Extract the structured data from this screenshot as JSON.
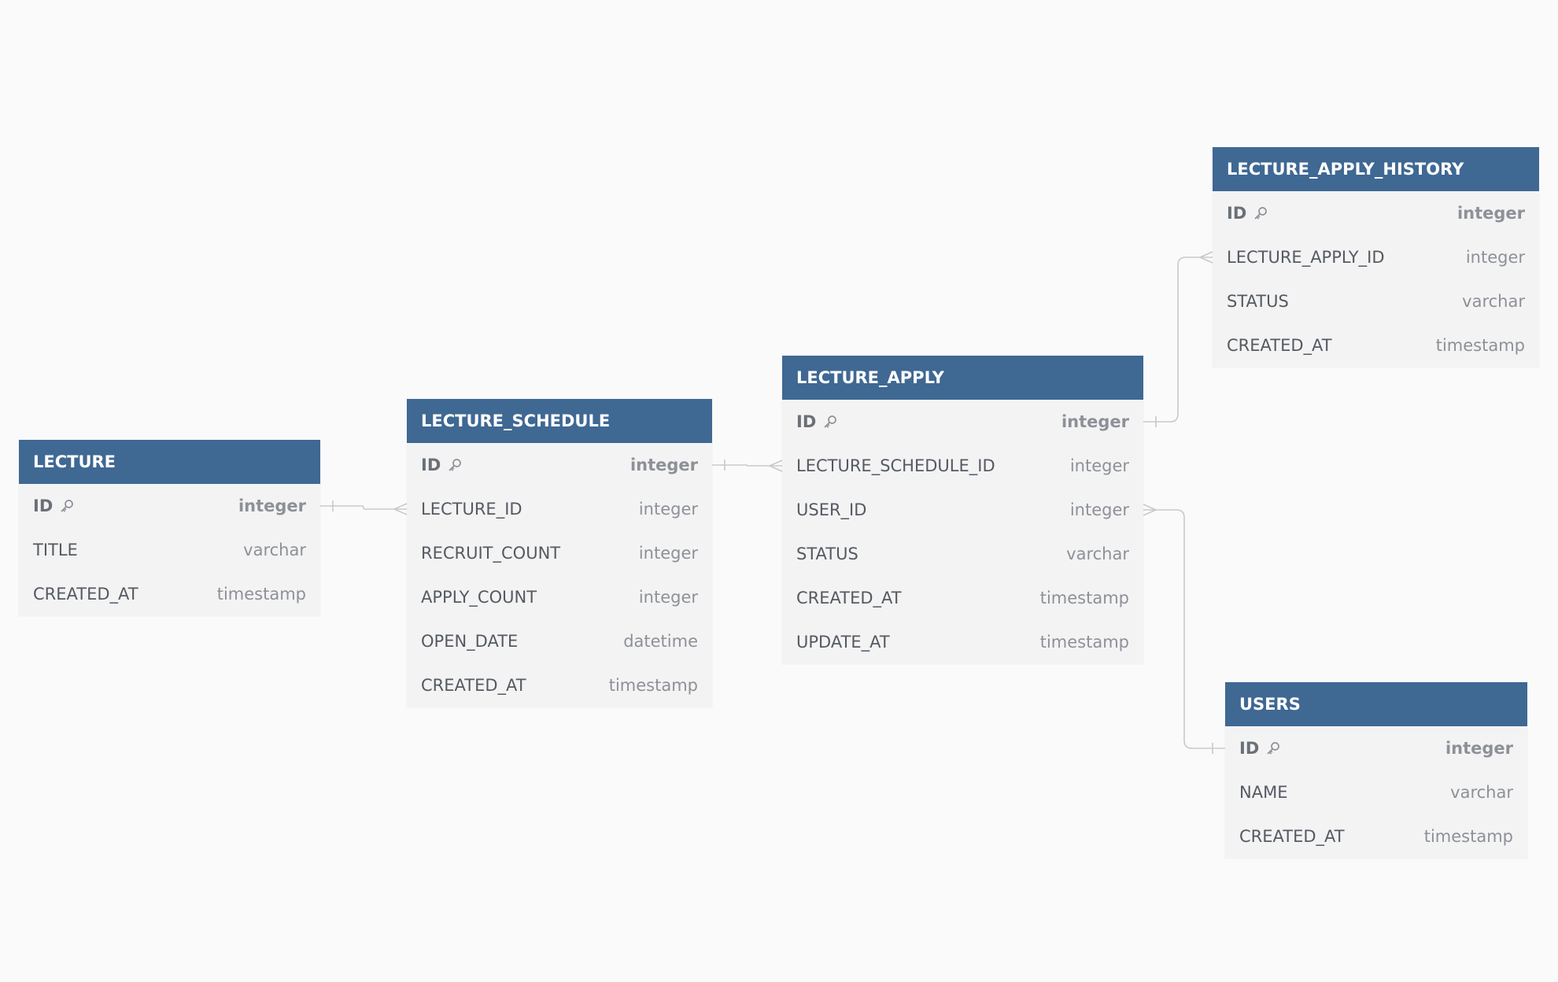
{
  "colors": {
    "background": "#fafafb",
    "header": "#3f6893",
    "body": "#f3f3f4",
    "connector": "#c7c9cc"
  },
  "tables": [
    {
      "id": "lecture",
      "title": "LECTURE",
      "columns": [
        {
          "name": "ID",
          "type": "integer",
          "pk": true
        },
        {
          "name": "TITLE",
          "type": "varchar",
          "pk": false
        },
        {
          "name": "CREATED_AT",
          "type": "timestamp",
          "pk": false
        }
      ]
    },
    {
      "id": "lecture-schedule",
      "title": "LECTURE_SCHEDULE",
      "columns": [
        {
          "name": "ID",
          "type": "integer",
          "pk": true
        },
        {
          "name": "LECTURE_ID",
          "type": "integer",
          "pk": false
        },
        {
          "name": "RECRUIT_COUNT",
          "type": "integer",
          "pk": false
        },
        {
          "name": "APPLY_COUNT",
          "type": "integer",
          "pk": false
        },
        {
          "name": "OPEN_DATE",
          "type": "datetime",
          "pk": false
        },
        {
          "name": "CREATED_AT",
          "type": "timestamp",
          "pk": false
        }
      ]
    },
    {
      "id": "lecture-apply",
      "title": "LECTURE_APPLY",
      "columns": [
        {
          "name": "ID",
          "type": "integer",
          "pk": true
        },
        {
          "name": "LECTURE_SCHEDULE_ID",
          "type": "integer",
          "pk": false
        },
        {
          "name": "USER_ID",
          "type": "integer",
          "pk": false
        },
        {
          "name": "STATUS",
          "type": "varchar",
          "pk": false
        },
        {
          "name": "CREATED_AT",
          "type": "timestamp",
          "pk": false
        },
        {
          "name": "UPDATE_AT",
          "type": "timestamp",
          "pk": false
        }
      ]
    },
    {
      "id": "lecture-apply-history",
      "title": "LECTURE_APPLY_HISTORY",
      "columns": [
        {
          "name": "ID",
          "type": "integer",
          "pk": true
        },
        {
          "name": "LECTURE_APPLY_ID",
          "type": "integer",
          "pk": false
        },
        {
          "name": "STATUS",
          "type": "varchar",
          "pk": false
        },
        {
          "name": "CREATED_AT",
          "type": "timestamp",
          "pk": false
        }
      ]
    },
    {
      "id": "users",
      "title": "USERS",
      "columns": [
        {
          "name": "ID",
          "type": "integer",
          "pk": true
        },
        {
          "name": "NAME",
          "type": "varchar",
          "pk": false
        },
        {
          "name": "CREATED_AT",
          "type": "timestamp",
          "pk": false
        }
      ]
    }
  ],
  "relations": [
    {
      "one": "lecture.ID",
      "many": "lecture-schedule.LECTURE_ID"
    },
    {
      "one": "lecture-schedule.ID",
      "many": "lecture-apply.LECTURE_SCHEDULE_ID"
    },
    {
      "one": "lecture-apply.ID",
      "many": "lecture-apply-history.LECTURE_APPLY_ID"
    },
    {
      "one": "users.ID",
      "many": "lecture-apply.USER_ID"
    }
  ]
}
